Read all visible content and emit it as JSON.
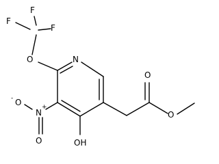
{
  "molecule": {
    "atoms": {
      "f1": "F",
      "f2": "F",
      "f3": "F",
      "o_ether": "O",
      "n_ring": "N",
      "n_nitro": "N",
      "n_nitro_charge": "+",
      "o_nitro_left": "O",
      "o_nitro_left_charge": "-",
      "o_nitro_bottom": "O",
      "oh": "OH",
      "o_carbonyl": "O",
      "o_ester": "O"
    }
  }
}
